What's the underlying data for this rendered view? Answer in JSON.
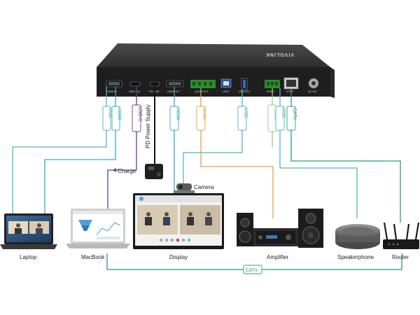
{
  "device": {
    "brand": "VIVOLINK",
    "ports": [
      "HDMI IN",
      "USB-C IN",
      "PD PWR",
      "HDMI OUT",
      "AUDIO OUT",
      "HOST",
      "DEVICES",
      "RS232",
      "TCP/IP",
      "DC 24V"
    ]
  },
  "cables": {
    "usb": "USB",
    "hdmi": "HDMI",
    "usbc": "USB-C",
    "hdmi_out": "HDMI",
    "audio": "Audio",
    "usb_devices": "USB",
    "rs232": "RS232",
    "usb_host": "USB",
    "catx": "CATx",
    "catx_bottom": "CATx"
  },
  "annotations": {
    "pd_power": "PD Power Supply",
    "charge": "Charge",
    "camera": "Camera"
  },
  "devices": {
    "laptop": "Laptop",
    "macbook": "MacBook",
    "display": "Display",
    "amplifier": "Amplifier",
    "speakerphone": "Speakerphone",
    "router": "Router"
  },
  "colors": {
    "usb": "#4fb3c4",
    "hdmi": "#3aa9c9",
    "usbc": "#6d3a8c",
    "audio": "#e0a050",
    "rs232": "#9acb78",
    "catx": "#2c9f6e",
    "chassis": "#3a3a3a"
  }
}
